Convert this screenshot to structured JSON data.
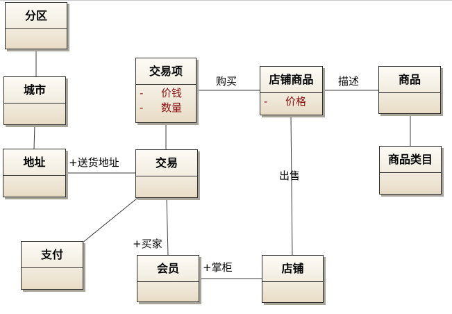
{
  "classes": {
    "district": "分区",
    "city": "城市",
    "address": "地址",
    "trade_item": {
      "name": "交易项",
      "attrs": [
        {
          "vis": "-",
          "name": "价钱"
        },
        {
          "vis": "-",
          "name": "数量"
        }
      ]
    },
    "trade": "交易",
    "payment": "支付",
    "member": "会员",
    "store_product": {
      "name": "店铺商品",
      "attrs": [
        {
          "vis": "-",
          "name": "价格"
        }
      ]
    },
    "product": "商品",
    "product_category": "商品类目",
    "store": "店铺"
  },
  "labels": {
    "buy": "购买",
    "describe": "描述",
    "ship_address": "+送货地址",
    "sell": "出售",
    "buyer": "+买家",
    "shopkeeper": "+掌柜"
  },
  "colors": {
    "attribute_text": "#8a1010",
    "box_border": "#2a2a2a",
    "connector": "#3a3a3a"
  }
}
